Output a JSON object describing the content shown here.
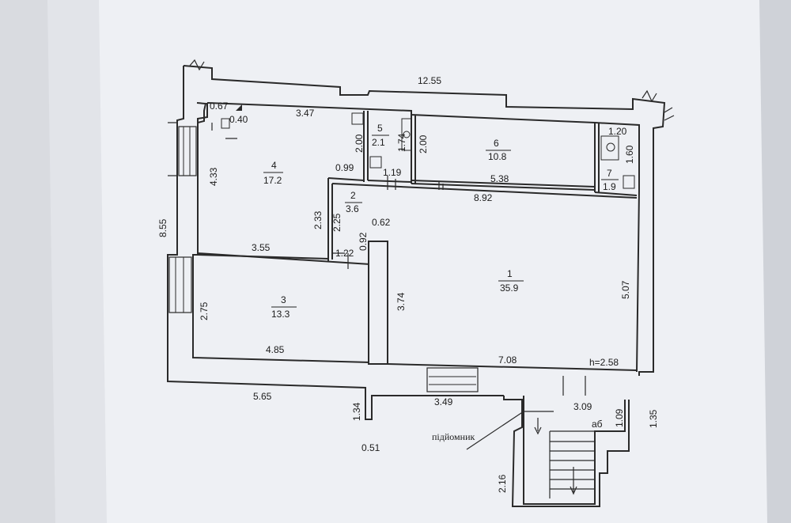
{
  "rooms": [
    {
      "number": "1",
      "area": "35.9"
    },
    {
      "number": "2",
      "area": "3.6"
    },
    {
      "number": "3",
      "area": "13.3"
    },
    {
      "number": "4",
      "area": "17.2"
    },
    {
      "number": "5",
      "area": "2.1"
    },
    {
      "number": "6",
      "area": "10.8"
    },
    {
      "number": "7",
      "area": "1.9"
    }
  ],
  "dimensions": {
    "overall_top": "12.55",
    "overall_left": "8.55",
    "bottom_left": "5.65",
    "r4_top": "3.47",
    "r4_left": "4.33",
    "r4_bottom": "3.55",
    "corner_067": "0.67",
    "corner_040": "0.40",
    "d_200_left": "2.00",
    "d_099": "0.99",
    "r5_174": "1.74",
    "r5_119": "1.19",
    "r6_200": "2.00",
    "r6_bottom": "5.38",
    "r7_120": "1.20",
    "r7_160": "1.60",
    "r1_top": "8.92",
    "r2_233": "2.33",
    "r2_225": "2.25",
    "d_092": "0.92",
    "d_062": "0.62",
    "d_122": "1.22",
    "r1_right": "5.07",
    "r1_374": "3.74",
    "r1_bottom": "7.08",
    "height": "h=2.58",
    "r3_left": "2.75",
    "r3_bottom": "4.85",
    "d_134": "1.34",
    "d_051": "0.51",
    "d_349": "3.49",
    "d_309": "3.09",
    "d_109": "1.09",
    "d_135": "1.35",
    "d_216": "2.16"
  },
  "labels": {
    "lift": "підйомник",
    "ab": "аб"
  }
}
